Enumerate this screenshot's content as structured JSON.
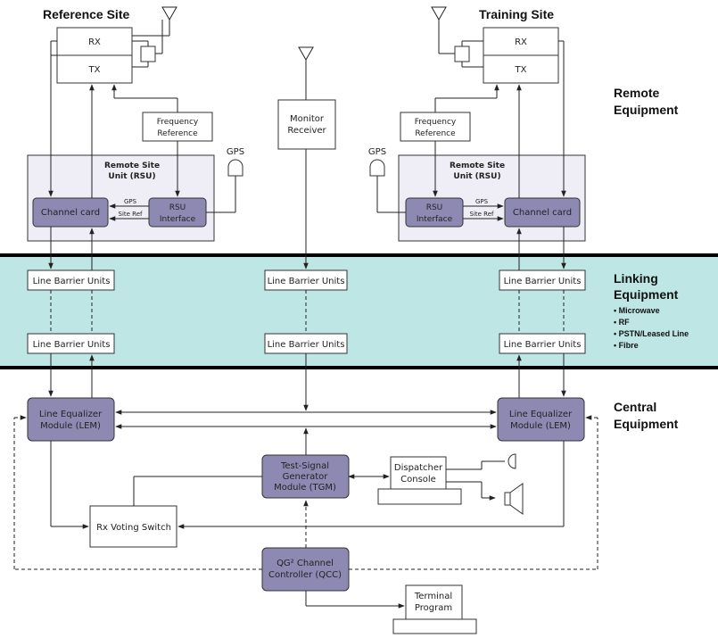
{
  "headings": {
    "reference_site": "Reference Site",
    "training_site": "Training Site",
    "remote_equipment": [
      "Remote",
      "Equipment"
    ],
    "linking_equipment": [
      "Linking",
      "Equipment"
    ],
    "central_equipment": [
      "Central",
      "Equipment"
    ]
  },
  "linking_types": [
    "• Microwave",
    "• RF",
    "• PSTN/Leased Line",
    "• Fibre"
  ],
  "labels": {
    "rx": "RX",
    "tx": "TX",
    "frequency_reference": [
      "Frequency",
      "Reference"
    ],
    "monitor_receiver": [
      "Monitor",
      "Receiver"
    ],
    "gps": "GPS",
    "rsu": [
      "Remote Site",
      "Unit (RSU)"
    ],
    "channel_card": "Channel card",
    "rsu_interface": [
      "RSU",
      "Interface"
    ],
    "gps_small": "GPS",
    "site_ref": "Site Ref",
    "line_barrier_units": "Line Barrier Units",
    "lem": [
      "Line Equalizer",
      "Module (LEM)"
    ],
    "tgm": [
      "Test-Signal",
      "Generator",
      "Module (TGM)"
    ],
    "dispatcher_console": [
      "Dispatcher",
      "Console"
    ],
    "rx_voting_switch": "Rx Voting Switch",
    "qcc": [
      "QG² Channel",
      "Controller (QCC)"
    ],
    "terminal_program": [
      "Terminal",
      "Program"
    ]
  },
  "colors": {
    "linking_band": "#bde6e4",
    "module_fill": "#8e89b2",
    "rsu_panel": "#efedf5"
  }
}
